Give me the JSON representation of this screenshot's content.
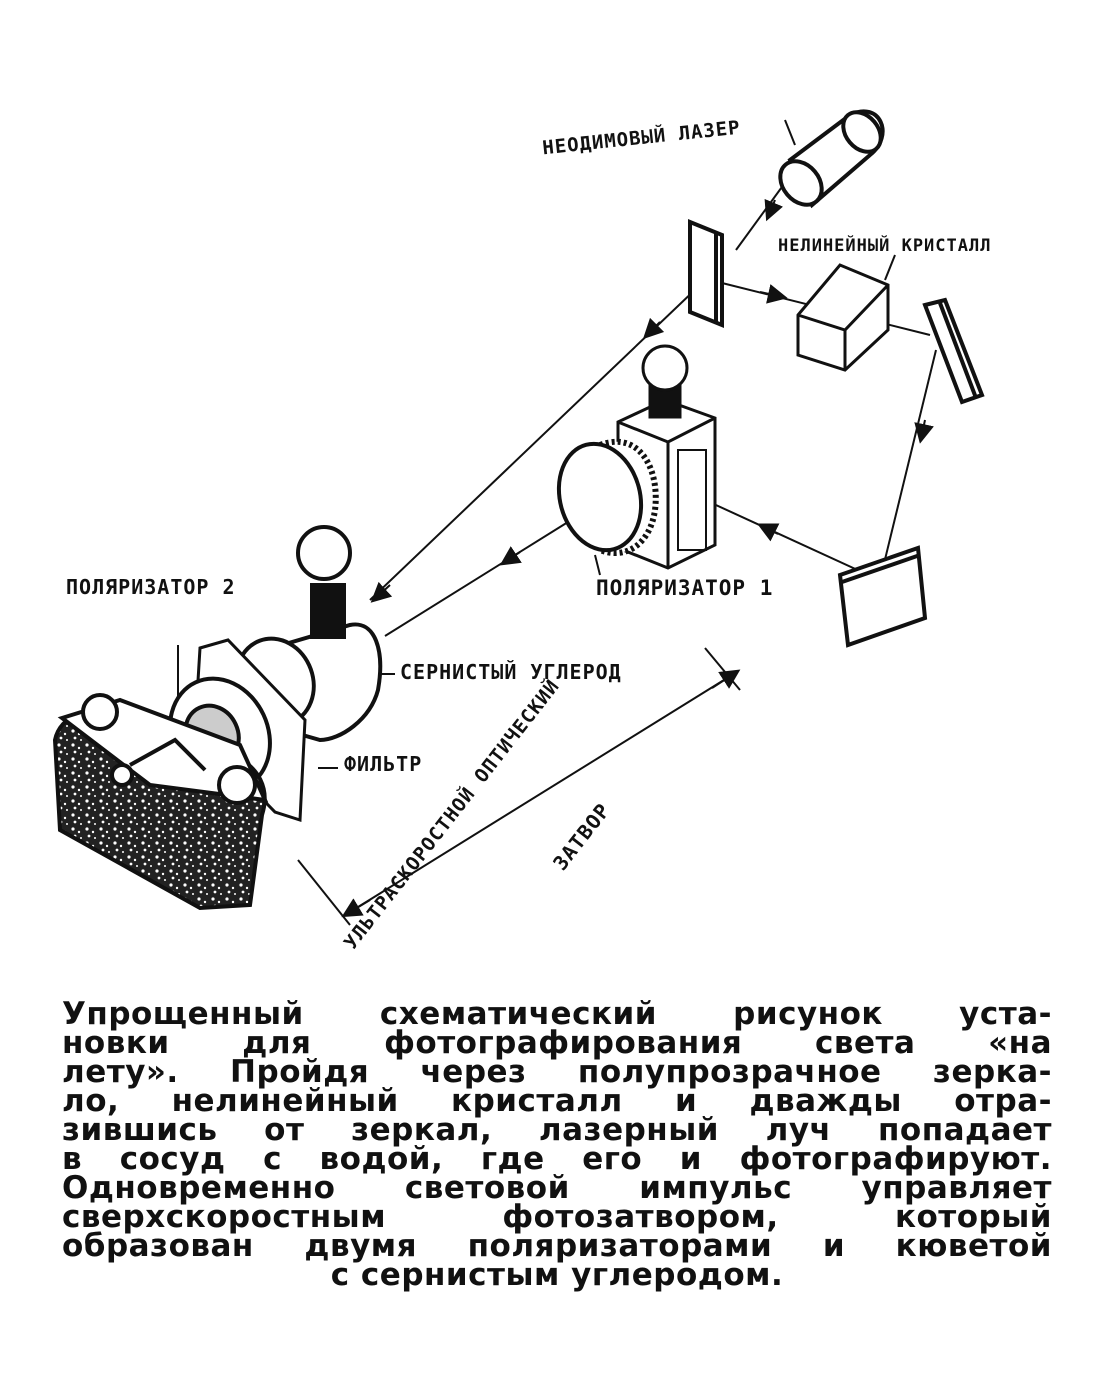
{
  "labels": {
    "laser": "НЕОДИМОВЫЙ ЛАЗЕР",
    "crystal": "НЕЛИНЕЙНЫЙ КРИСТАЛЛ",
    "polarizer1": "ПОЛЯРИЗАТОР 1",
    "polarizer2": "ПОЛЯРИЗАТОР 2",
    "carbon_disulfide": "СЕРНИСТЫЙ УГЛЕРОД",
    "filter": "ФИЛЬТР",
    "shutter_line1": "УЛЬТРАСКОРОСТНОЙ ОПТИЧЕСКИЙ",
    "shutter_line2": "ЗАТВОР"
  },
  "caption": {
    "lines": [
      "Упрощенный схематический рисунок уста-",
      "новки для фотографирования света «на",
      "лету». Пройдя через полупрозрачное зерка-",
      "ло, нелинейный кристалл и дважды отра-",
      "зившись от зеркал, лазерный луч попадает",
      "в сосуд с водой, где его и фотографируют.",
      "Одновременно световой импульс управляет",
      "сверхскоростным фотозатвором, который",
      "образован двумя поляризаторами и кюветой",
      "с сернистым углеродом."
    ]
  }
}
